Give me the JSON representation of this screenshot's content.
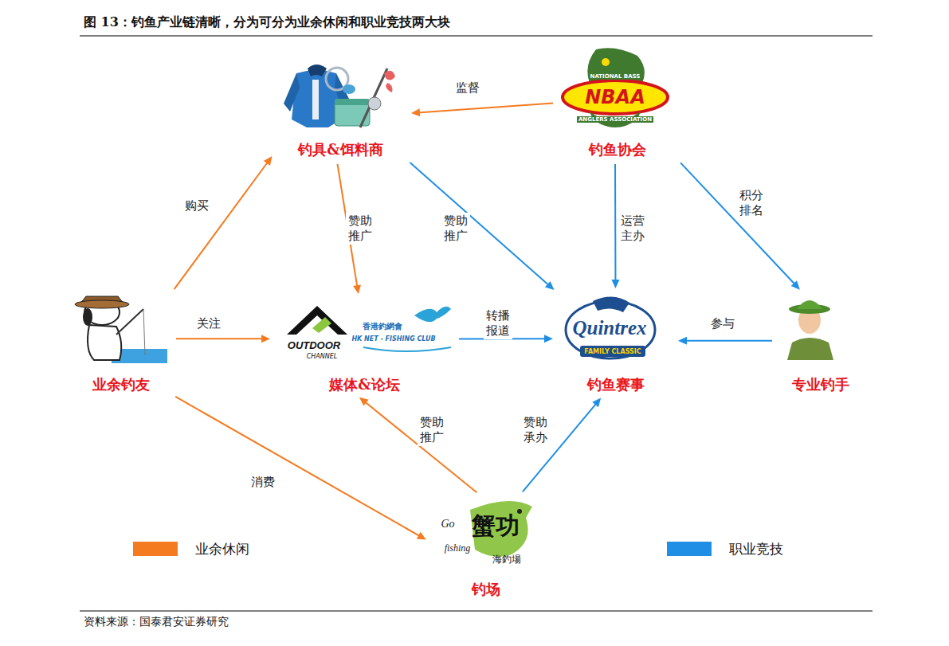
{
  "diagram": {
    "title": "图 13：钓鱼产业链清晰，分为可分为业余休闲和职业竞技两大块",
    "caption": "资料来源：国泰君安证券研究",
    "nodes": [
      {
        "text": [
          "钓具&饵料商"
        ]
      },
      {
        "text": [
          "钓鱼协会"
        ]
      },
      {
        "text": [
          "业余钓友"
        ]
      },
      {
        "text": [
          "媒体&论坛"
        ]
      },
      {
        "text": [
          "钓鱼赛事"
        ]
      },
      {
        "text": [
          "专业钓手"
        ]
      },
      {
        "text": [
          "钓场"
        ]
      }
    ],
    "edges": [
      {
        "from": 1,
        "to": 0,
        "arrow": "to",
        "label": "监督"
      },
      {
        "from": 2,
        "to": 0,
        "arrow": "to",
        "label": "购买"
      },
      {
        "from": 0,
        "to": 3,
        "arrow": "to",
        "label": "赞助推广"
      },
      {
        "from": 0,
        "to": 4,
        "arrow": "to",
        "label": "赞助推广"
      },
      {
        "from": 1,
        "to": 4,
        "arrow": "to",
        "label": "运营主办"
      },
      {
        "from": 1,
        "to": 5,
        "arrow": "to",
        "label": "积分排名"
      },
      {
        "from": 2,
        "to": 3,
        "arrow": "to",
        "label": "关注"
      },
      {
        "from": 3,
        "to": 4,
        "arrow": "to",
        "label": "转播报道"
      },
      {
        "from": 5,
        "to": 4,
        "arrow": "to",
        "label": "参与"
      },
      {
        "from": 2,
        "to": 6,
        "arrow": "to",
        "label": "消费"
      },
      {
        "from": 6,
        "to": 3,
        "arrow": "to",
        "label": "赞助推广"
      },
      {
        "from": 6,
        "to": 4,
        "arrow": "to",
        "label": "赞助承办"
      }
    ],
    "labels": [
      "NATIONAL BASS",
      "NBAA",
      "ANGLERS ASSOCIATION",
      "OUTDOOR",
      "CHANNEL",
      "香港釣網會",
      "HK NET - FISHING CLUB",
      "Quintrex",
      "FAMILY CLASSIC",
      "Go",
      "蟹功",
      "fishing",
      "海釣場"
    ],
    "legend": [
      {
        "text": "业余休闲",
        "color": "#f47b20"
      },
      {
        "text": "职业竞技",
        "color": "#1f8fe5"
      }
    ]
  }
}
